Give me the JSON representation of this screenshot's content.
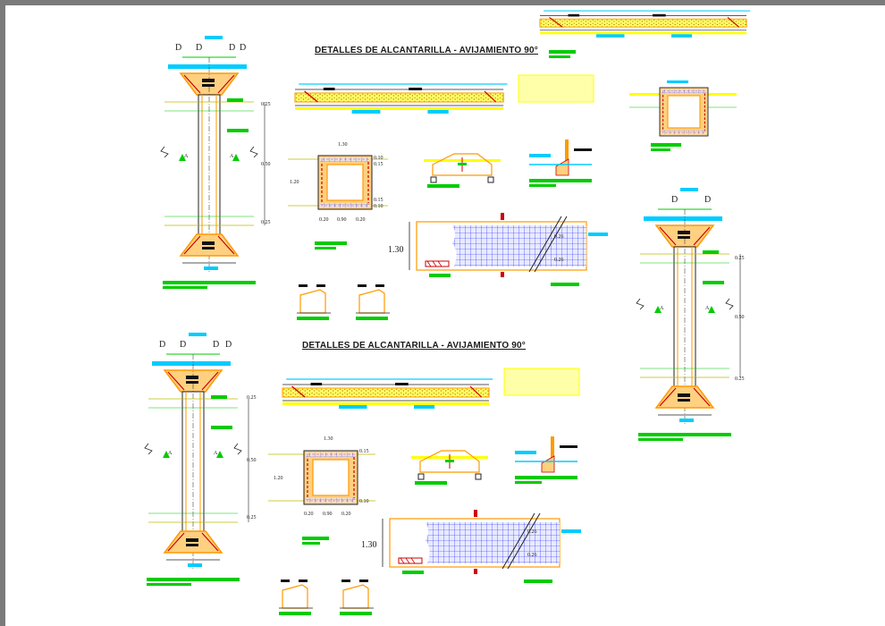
{
  "title": "DETALLES DE ALCANTARILLA - AVIJAMIENTO 90°",
  "section_marks": {
    "cut": "D",
    "side": "A"
  },
  "box_dims": {
    "width": "1.30",
    "height": "1.20",
    "wall_left": "0.20",
    "clear": "0.90",
    "wall_right": "0.20",
    "top_a": "0.10",
    "top_b": "0.15",
    "bottom_a": "0.15",
    "bottom_b": "0.10"
  },
  "slab_height": "1.30",
  "rebar_spacing": "0.26",
  "plan_dims": {
    "top": "0.25",
    "mid": "0.50",
    "bottom": "0.25"
  },
  "colors": {
    "concrete": "#ff9900",
    "rebar": "#cc0000",
    "mesh": "#1a1aff",
    "label_green": "#00cc00",
    "label_cyan": "#00ccff",
    "yellow": "#ffff00",
    "line": "#222222"
  }
}
